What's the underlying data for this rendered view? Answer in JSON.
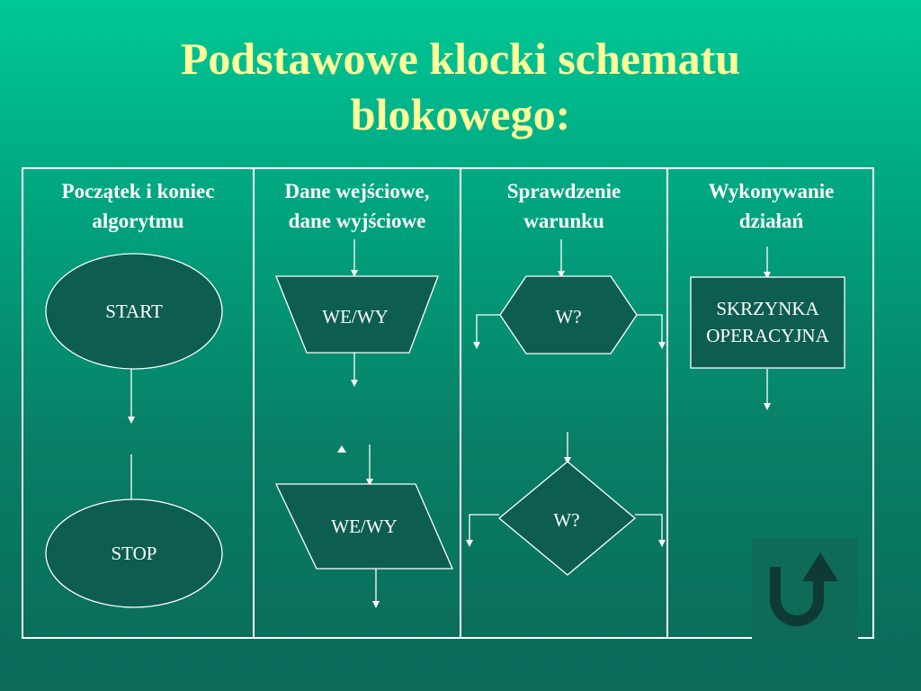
{
  "slide": {
    "title_line1": "Podstawowe klocki schematu",
    "title_line2": "blokowego:"
  },
  "columns": [
    {
      "head_line1": "Początek i koniec",
      "head_line2": "algorytmu"
    },
    {
      "head_line1": "Dane wejściowe,",
      "head_line2": "dane wyjściowe"
    },
    {
      "head_line1": "Sprawdzenie",
      "head_line2": "warunku"
    },
    {
      "head_line1": "Wykonywanie",
      "head_line2": "działań"
    }
  ],
  "blocks": {
    "start": "START",
    "stop": "STOP",
    "io_trapezoid": "WE/WY",
    "io_parallelogram": "WE/WY",
    "condition_hexagon": "W?",
    "condition_diamond": "W?",
    "process_line1": "SKRZYNKA",
    "process_line2": "OPERACYJNA"
  },
  "colors": {
    "shape_fill": "#0d5e50",
    "title": "#ffff99",
    "lines": "#ffffff"
  },
  "icons": {
    "back_button": "u-turn-arrow-icon"
  }
}
